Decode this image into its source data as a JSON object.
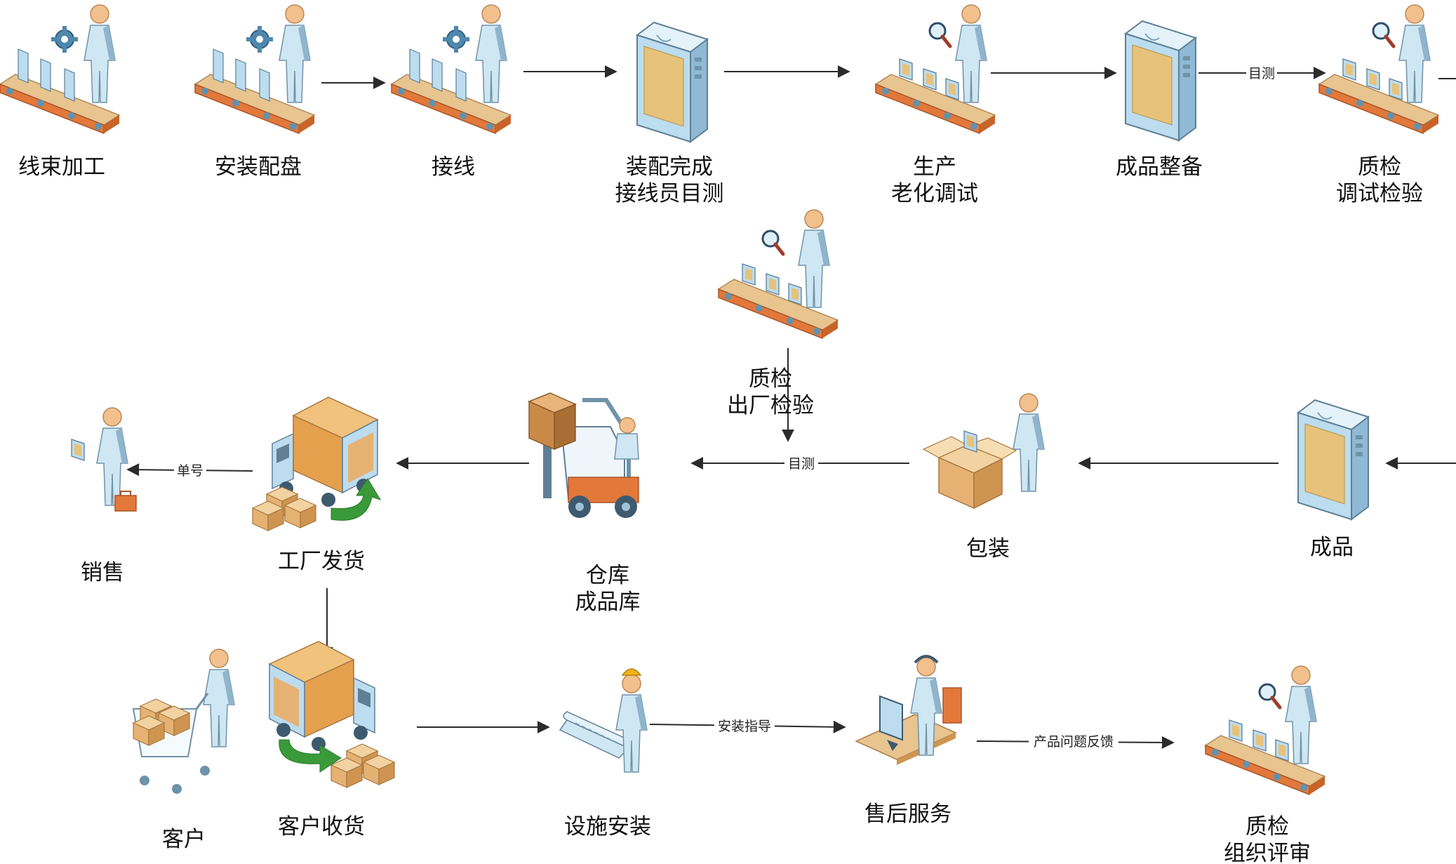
{
  "colors": {
    "skin": "#f2c08c",
    "shirt": "#cfe6f3",
    "shirt_shade": "#8fb5cc",
    "belt_orange": "#e2783a",
    "belt_top": "#e8c48f",
    "cabinet_blue": "#bcdcef",
    "panel_gold": "#e7c27a",
    "box_tan": "#e5b274",
    "green_arrow": "#3a9a3a",
    "helmet": "#f0b418",
    "line": "#2b2b2b"
  },
  "nodes": {
    "n1": {
      "icon": "conveyor-worker-gear-icon",
      "lines": [
        "线束加工"
      ]
    },
    "n2": {
      "icon": "conveyor-worker-gear-icon",
      "lines": [
        "安装配盘"
      ]
    },
    "n3": {
      "icon": "conveyor-worker-gear-icon",
      "lines": [
        "接线"
      ]
    },
    "n4": {
      "icon": "cabinet-icon",
      "lines": [
        "装配完成",
        "接线员目测"
      ]
    },
    "n5": {
      "icon": "conveyor-worker-magnifier-icon",
      "lines": [
        "生产",
        "老化调试"
      ]
    },
    "n6": {
      "icon": "cabinet-icon",
      "lines": [
        "成品整备"
      ]
    },
    "n7": {
      "icon": "conveyor-worker-magnifier-icon",
      "lines": [
        "质检",
        "调试检验"
      ]
    },
    "n8": {
      "icon": "conveyor-worker-magnifier-icon",
      "lines": [
        "质检",
        "出厂检验"
      ]
    },
    "n9": {
      "icon": "cabinet-icon",
      "lines": [
        "成品"
      ]
    },
    "n10": {
      "icon": "packing-worker-icon",
      "lines": [
        "包装"
      ]
    },
    "n11": {
      "icon": "forklift-icon",
      "lines": [
        "仓库",
        "成品库"
      ]
    },
    "n12": {
      "icon": "delivery-truck-icon",
      "lines": [
        "工厂发货"
      ]
    },
    "n13": {
      "icon": "salesperson-icon",
      "lines": [
        "销售"
      ]
    },
    "n14": {
      "icon": "shopping-cart-person-icon",
      "lines": [
        "客户"
      ]
    },
    "n15": {
      "icon": "receiving-truck-icon",
      "lines": [
        "客户收货"
      ]
    },
    "n16": {
      "icon": "engineer-blueprint-icon",
      "lines": [
        "设施安装"
      ]
    },
    "n17": {
      "icon": "support-agent-icon",
      "lines": [
        "售后服务"
      ]
    },
    "n18": {
      "icon": "conveyor-worker-magnifier-icon",
      "lines": [
        "质检",
        "组织评审"
      ]
    }
  },
  "edges": {
    "e6_7": {
      "label": "目测"
    },
    "e11_10": {
      "label": "目测"
    },
    "e13_12": {
      "label": "单号"
    },
    "e16_17": {
      "label": "安装指导"
    },
    "e17_18": {
      "label": "产品问题反馈"
    }
  }
}
